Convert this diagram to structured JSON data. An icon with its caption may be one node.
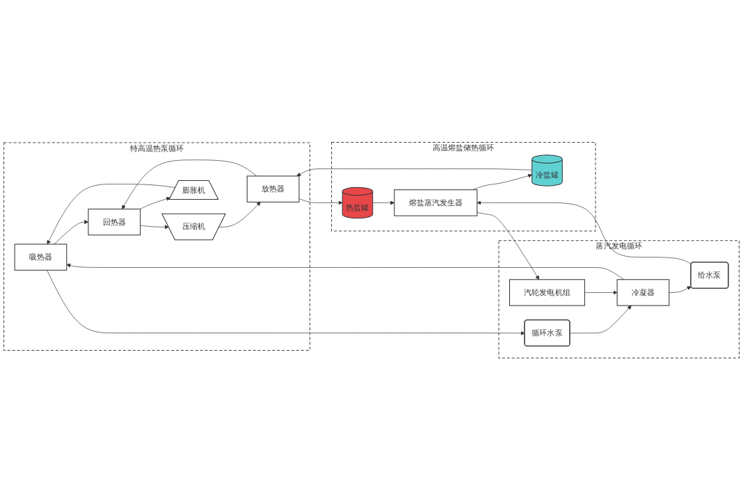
{
  "diagram": {
    "nodes": [
      {
        "text": [
          "特高温热泵循环"
        ]
      },
      {
        "text": [
          "高温熔盐储热循环"
        ]
      },
      {
        "text": [
          "蒸汽发电循环"
        ]
      },
      {
        "text": [
          "吸热器"
        ],
        "in": 0
      },
      {
        "text": [
          "压缩机"
        ],
        "in": 0
      },
      {
        "text": [
          "放热器"
        ],
        "in": 0
      },
      {
        "text": [
          "回热器"
        ],
        "in": 0
      },
      {
        "text": [
          "膨胀机"
        ],
        "in": 0
      },
      {
        "text": [
          "热盐罐"
        ],
        "in": 1
      },
      {
        "text": [
          "冷盐罐"
        ],
        "in": 1
      },
      {
        "text": [
          "熔盐蒸汽发生器"
        ],
        "in": 1
      },
      {
        "text": [
          "汽轮发电机组"
        ],
        "in": 2
      },
      {
        "text": [
          "冷凝器"
        ],
        "in": 2
      },
      {
        "text": [
          "给水泵"
        ],
        "in": 2
      },
      {
        "text": [
          "循环水泵"
        ],
        "in": 2
      }
    ],
    "edges": [
      {
        "from": 3,
        "to": 6,
        "arrow": "to"
      },
      {
        "from": 6,
        "to": 4,
        "arrow": "to"
      },
      {
        "from": 4,
        "to": 5,
        "arrow": "to"
      },
      {
        "from": 5,
        "to": 8,
        "arrow": "to"
      },
      {
        "from": 5,
        "to": 6,
        "arrow": "to"
      },
      {
        "from": 6,
        "to": 7,
        "arrow": "to"
      },
      {
        "from": 7,
        "to": 3,
        "arrow": "to"
      },
      {
        "from": 3,
        "to": 14,
        "arrow": "to"
      },
      {
        "from": 12,
        "to": 3,
        "arrow": "to"
      },
      {
        "from": 14,
        "to": 12,
        "arrow": "to"
      },
      {
        "from": 8,
        "to": 10,
        "arrow": "to"
      },
      {
        "from": 10,
        "to": 9,
        "arrow": "to"
      },
      {
        "from": 9,
        "to": 5,
        "arrow": "to"
      },
      {
        "from": 10,
        "to": 11,
        "arrow": "to"
      },
      {
        "from": 11,
        "to": 12,
        "arrow": "to"
      },
      {
        "from": 12,
        "to": 13,
        "arrow": "to"
      },
      {
        "from": 13,
        "to": 10,
        "arrow": "to"
      }
    ]
  }
}
